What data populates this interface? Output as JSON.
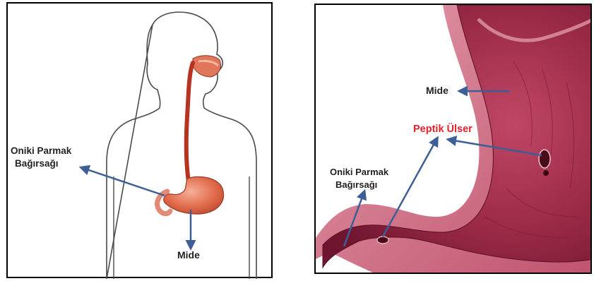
{
  "left_panel": {
    "labels": {
      "duodenum": [
        "Oniki Parmak",
        "Bağırsağı"
      ],
      "stomach": "Mide"
    },
    "icon": "human-torso-digestive-tract"
  },
  "right_panel": {
    "labels": {
      "stomach": "Mide",
      "ulcer": "Peptik Ülser",
      "duodenum": [
        "Oniki Parmak",
        "Bağırsağı"
      ]
    },
    "icon": "stomach-cross-section-ulcer"
  },
  "colors": {
    "arrow": "#3d5f95",
    "ulcer_label": "#e8202a",
    "stomach_wall": "#c0546e",
    "stomach_lining": "#8a1f3a",
    "body_outline": "#4a4a4a"
  }
}
